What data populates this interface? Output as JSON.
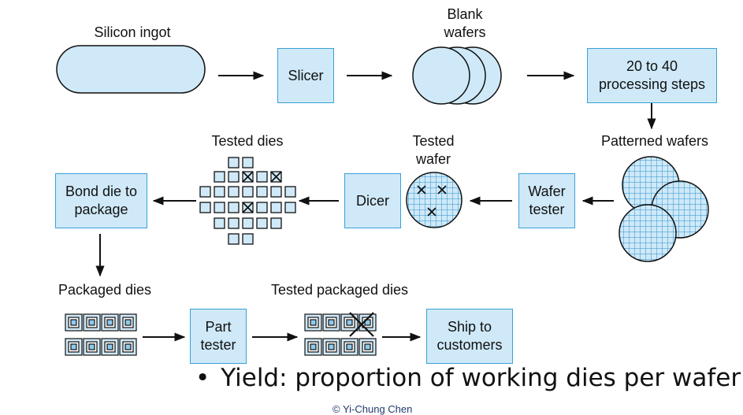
{
  "labels": {
    "silicon_ingot": "Silicon ingot",
    "blank_wafers": "Blank\nwafers",
    "patterned_wafers": "Patterned wafers",
    "tested_wafer": "Tested\nwafer",
    "tested_dies": "Tested dies",
    "packaged_dies": "Packaged dies",
    "tested_packaged_dies": "Tested packaged dies"
  },
  "boxes": {
    "slicer": "Slicer",
    "processing": "20 to 40\nprocessing steps",
    "wafer_tester": "Wafer\ntester",
    "dicer": "Dicer",
    "bond": "Bond die to\npackage",
    "part_tester": "Part\ntester",
    "ship": "Ship to\ncustomers"
  },
  "bullet": {
    "symbol": "•",
    "text": "Yield: proportion of working dies per wafer"
  },
  "copyright": "© Yi-Chung Chen",
  "colors": {
    "fill": "#cfe9f8",
    "stroke": "#3aa0d8",
    "dark": "#111111"
  }
}
